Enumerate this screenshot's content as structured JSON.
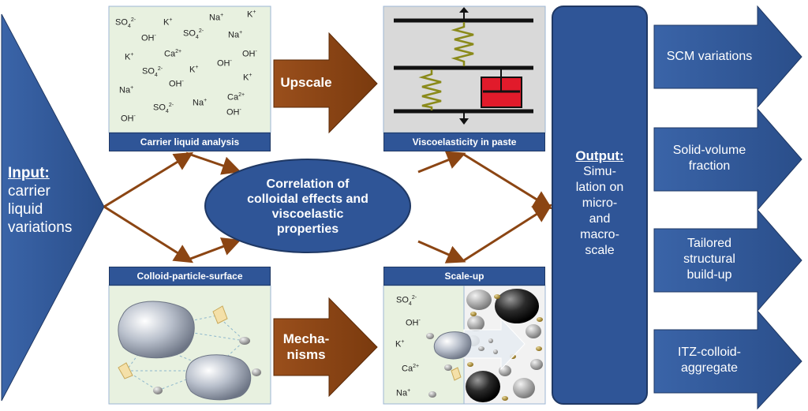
{
  "input": {
    "title": "Input:",
    "lines": [
      "carrier",
      "liquid",
      "variations"
    ]
  },
  "carrier": {
    "caption": "Carrier liquid analysis",
    "ions": [
      {
        "base": "SO",
        "sub": "4",
        "sup": "2-"
      },
      {
        "base": "K",
        "sup": "+"
      },
      {
        "base": "Na",
        "sup": "+"
      },
      {
        "base": "K",
        "sup": "+"
      },
      {
        "base": "OH",
        "sup": "-"
      },
      {
        "base": "SO",
        "sub": "4",
        "sup": "2-"
      },
      {
        "base": "Na",
        "sup": "+"
      },
      {
        "base": "K",
        "sup": "+"
      },
      {
        "base": "Ca",
        "sup": "2+"
      },
      {
        "base": "OH",
        "sup": "-"
      },
      {
        "base": "OH",
        "sup": "-"
      },
      {
        "base": "SO",
        "sub": "4",
        "sup": "2-"
      },
      {
        "base": "K",
        "sup": "+"
      },
      {
        "base": "K",
        "sup": "+"
      },
      {
        "base": "Na",
        "sup": "+"
      },
      {
        "base": "OH",
        "sup": "-"
      },
      {
        "base": "Ca",
        "sup": "2+"
      },
      {
        "base": "SO",
        "sub": "4",
        "sup": "2-"
      },
      {
        "base": "Na",
        "sup": "+"
      },
      {
        "base": "OH",
        "sup": "-"
      },
      {
        "base": "OH",
        "sup": "-"
      }
    ]
  },
  "upscale": {
    "label": "Upscale"
  },
  "visco": {
    "caption": "Viscoelasticity in paste"
  },
  "correlation": {
    "lines": [
      "Correlation of",
      "colloidal effects and",
      "viscoelastic",
      "properties"
    ]
  },
  "colloid": {
    "caption": "Colloid-particle-surface"
  },
  "mechanisms": {
    "lines": [
      "Mecha-",
      "nisms"
    ]
  },
  "scaleup": {
    "caption": "Scale-up",
    "ions": [
      {
        "base": "SO",
        "sub": "4",
        "sup": "2-"
      },
      {
        "base": "OH",
        "sup": "-"
      },
      {
        "base": "K",
        "sup": "+"
      },
      {
        "base": "Ca",
        "sup": "2+"
      },
      {
        "base": "Na",
        "sup": "+"
      }
    ]
  },
  "output": {
    "title": "Output:",
    "lines": [
      "Simu-",
      "lation on",
      "micro-",
      "and",
      "macro-",
      "scale"
    ]
  },
  "results": [
    {
      "lines": [
        "SCM variations"
      ]
    },
    {
      "lines": [
        "Solid-volume",
        "fraction"
      ]
    },
    {
      "lines": [
        "Tailored",
        "structural",
        "build-up"
      ]
    },
    {
      "lines": [
        "ITZ-colloid-",
        "aggregate"
      ]
    }
  ],
  "colors": {
    "blue": "#2f5597",
    "brown": "#8b4513",
    "spring": "#8a8a1a",
    "damper": "#e11b2b"
  }
}
